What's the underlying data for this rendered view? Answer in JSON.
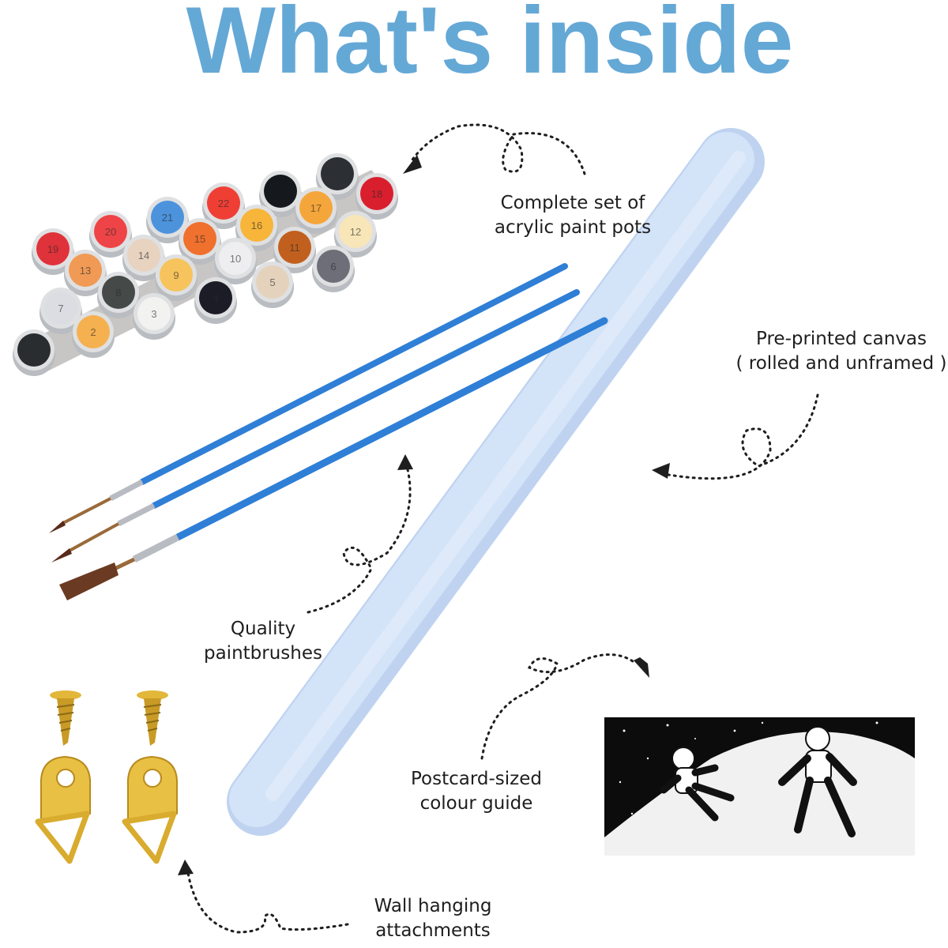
{
  "title": "What's inside",
  "colors": {
    "title": "#64a8d6",
    "canvas_roll": "#cddff6",
    "brush_handle": "#2f7fd6",
    "gold": "#e2b73a"
  },
  "labels": {
    "paint_pots": [
      "Complete set of",
      "acrylic paint pots"
    ],
    "canvas": [
      "Pre-printed canvas",
      "( rolled and unframed )"
    ],
    "brushes": [
      "Quality",
      "paintbrushes"
    ],
    "colour_guide": [
      "Postcard-sized",
      "colour guide"
    ],
    "hanging": [
      "Wall hanging",
      "attachments"
    ]
  },
  "paint_pots": [
    {
      "n": "",
      "color": "#2a2d30"
    },
    {
      "n": "2",
      "color": "#f5b050"
    },
    {
      "n": "7",
      "color": "#dcdde2"
    },
    {
      "n": "3",
      "color": "#f2f3f1"
    },
    {
      "n": "8",
      "color": "#454a48"
    },
    {
      "n": "4",
      "color": "#1c1c26"
    },
    {
      "n": "13",
      "color": "#f19a55"
    },
    {
      "n": "9",
      "color": "#f7c35c"
    },
    {
      "n": "5",
      "color": "#e4d2bd"
    },
    {
      "n": "19",
      "color": "#e0323a"
    },
    {
      "n": "14",
      "color": "#e8d3c0"
    },
    {
      "n": "10",
      "color": "#eeeef0"
    },
    {
      "n": "6",
      "color": "#6d6e78"
    },
    {
      "n": "20",
      "color": "#ee4447"
    },
    {
      "n": "15",
      "color": "#f0702e"
    },
    {
      "n": "11",
      "color": "#c1601e"
    },
    {
      "n": "21",
      "color": "#4c93dc"
    },
    {
      "n": "16",
      "color": "#f7b53a"
    },
    {
      "n": "12",
      "color": "#f8e6b8"
    },
    {
      "n": "22",
      "color": "#ef3f35"
    },
    {
      "n": "17",
      "color": "#f5a63b"
    },
    {
      "n": "",
      "color": "#15181c"
    },
    {
      "n": "",
      "color": "#2c3035"
    },
    {
      "n": "18",
      "color": "#d91f2e"
    }
  ]
}
